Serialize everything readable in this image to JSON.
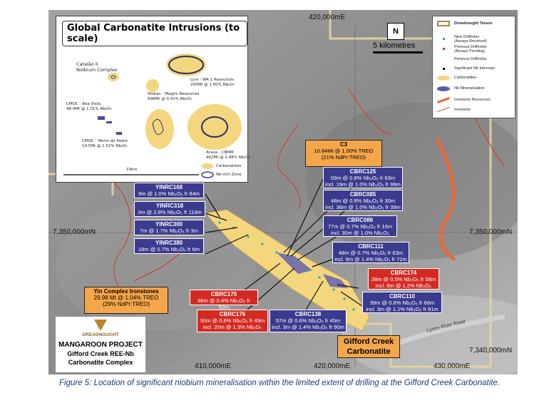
{
  "map": {
    "grid_labels": {
      "top_e": "420,000mE",
      "west_n": "7,350,000mN",
      "east_n": "7,350,000mN",
      "east_n2": "7,340,000mN",
      "bot_e1": "410,000mE",
      "bot_e2": "420,000mE",
      "bot_e3": "430,000mE"
    },
    "scale": "5 kilometres",
    "north_arrow": "N"
  },
  "inset": {
    "title": "Global Carbonatite Intrusions (to scale)",
    "catalao": "Catalão II\nNiobium Complex",
    "luni": "Luni - WA 1 Resources\n200Mt @ 1.00% Nb₂O₅",
    "niobec": "Niobec - Magris Resources\n698Mt @ 0.41% Nb₂O₅",
    "boavista": "CMOC - Boa Vista\n48.4Mt @ 1.01% Nb₂O₅",
    "morro": "CMOC - Morro do Padre\n14.5Mt @ 1.52% Nb₂O₅",
    "araxa": "Araxa - CBMM\n462Mt @ 2.48% Nb₂O₅",
    "scale": "10km",
    "legend_carb": "Carbonatites",
    "legend_nb": "Nb-rich Zone"
  },
  "legend": {
    "title": "Dreadnought Tenure",
    "items": [
      "New Drillholes\n(Assays Received)",
      "Previous Drillholes\n(Assays Pending)",
      "Previous Drillholes",
      "Significant Nb Intercept",
      "Carbonatites",
      "Nb Mineralisation",
      "Ironstone Resources",
      "Ironstone"
    ]
  },
  "boxes": {
    "c3": {
      "h": "C3",
      "l1": "10.84Mt @ 1.00% TREO",
      "l2": "(21% NdPr:TREO)"
    },
    "cbrc125": {
      "h": "CBRC125",
      "l1": "59m @ 0.6% Nb₂O₅ fr 63m",
      "l2": "incl. 19m @ 1.0% Nb₂O₅ fr 99m"
    },
    "cbrc085": {
      "h": "CBRC085",
      "l1": "48m @ 0.8% Nb₂O₅ fr 30m",
      "l2": "incl. 36m @ 1.0% Nb₂O₅ fr 39m"
    },
    "cbrc086": {
      "h": "CBRC086",
      "l1": "77m @ 0.7% Nb₂O₅ fr 16m",
      "l2": "incl. 30m @ 1.0% Nb₂O₅"
    },
    "cbrc111": {
      "h": "CBRC111",
      "l1": "48m @ 0.7% Nb₂O₅ fr 63m",
      "l2": "incl. 9m @ 1.4% Nb₂O₅ fr 72m"
    },
    "cbrc174": {
      "h": "CBRC174",
      "l1": "38m @ 0.5% Nb₂O₅ fr 58m",
      "l2": "incl. 6m @ 1.2% Nb₂O₅"
    },
    "cbrc110": {
      "h": "CBRC110",
      "l1": "39m @ 0.6% Nb₂O₅ fr 66m",
      "l2": "incl. 3m @ 1.1% Nb₂O₅ fr 81m"
    },
    "cbrc138": {
      "h": "CBRC138",
      "l1": "57m @ 0.6% Nb₂O₅ fr 45m",
      "l2": "incl. 3m @ 1.4% Nb₂O₅ fr 90m"
    },
    "cbrc176": {
      "h": "CBRC176",
      "l1": "50m @ 0.8% Nb₂O₅ fr 49m",
      "l2": "incl. 20m @ 1.3% Nb₂O₅"
    },
    "cbrc175": {
      "h": "CBRC175",
      "l1": "66m @ 0.4% Nb₂O₅ fr 52m"
    },
    "yinrc168": {
      "h": "YINRC168",
      "l1": "9m @ 1.0% Nb₂O₅ fr 84m"
    },
    "yinrc318": {
      "h": "YINRC318",
      "l1": "3m @ 2.8% Nb₂O₅ fr 114m"
    },
    "yinrc300": {
      "h": "YINRC300",
      "l1": "7m @ 1.7% Nb₂O₅ fr 3m"
    },
    "yinrc380": {
      "h": "YINRC380",
      "l1": "18m @ 0.7% Nb₂O₅ fr 6m"
    },
    "yin": {
      "h": "Yin Complex Ironstones",
      "l1": "29.98 Mt @ 1.04% TREO",
      "l2": "(29% NdPr:TREO)"
    },
    "gifford": {
      "l1": "Gifford Creek",
      "l2": "Carbonatite"
    }
  },
  "logo": {
    "brand": "DREADNOUGHT",
    "l1": "MANGAROON PROJECT",
    "l2": "Gifford Creek REE-Nb",
    "l3": "Carbonatite Complex"
  },
  "road_label": "Lyons River Road",
  "caption": "Figure 5: Location of significant niobium mineralisation within the limited extent of drilling at the Gifford Creek Carbonatite."
}
